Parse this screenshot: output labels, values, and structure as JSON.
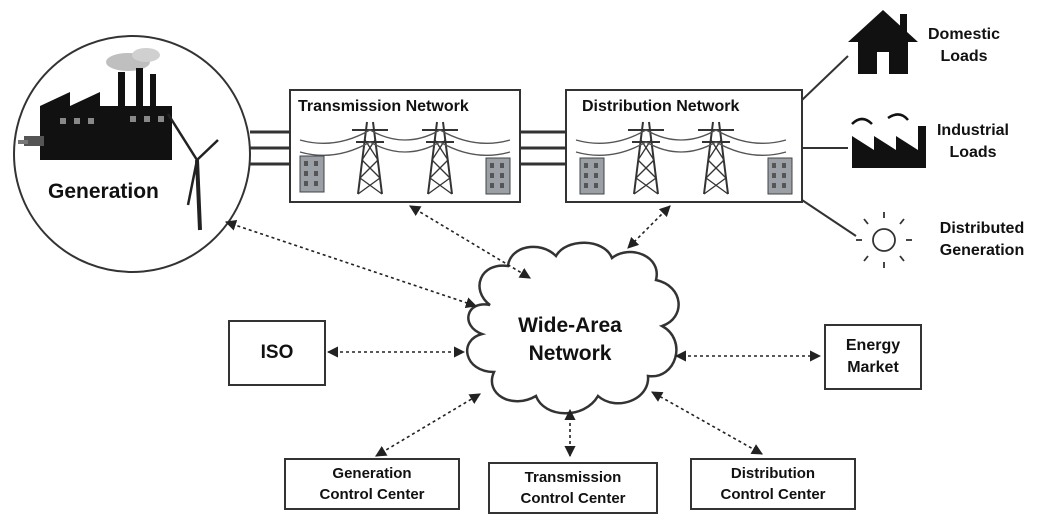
{
  "generation": {
    "label": "Generation"
  },
  "transmission_network": {
    "label": "Transmission Network"
  },
  "distribution_network": {
    "label": "Distribution Network"
  },
  "wan": {
    "line1": "Wide-Area",
    "line2": "Network"
  },
  "iso": {
    "label": "ISO"
  },
  "energy_market": {
    "line1": "Energy",
    "line2": "Market"
  },
  "gen_cc": {
    "line1": "Generation",
    "line2": "Control Center"
  },
  "trans_cc": {
    "line1": "Transmission",
    "line2": "Control Center"
  },
  "dist_cc": {
    "line1": "Distribution",
    "line2": "Control Center"
  },
  "loads": {
    "domestic": {
      "line1": "Domestic",
      "line2": "Loads"
    },
    "industrial": {
      "line1": "Industrial",
      "line2": "Loads"
    },
    "distributed": {
      "line1": "Distributed",
      "line2": "Generation"
    }
  }
}
